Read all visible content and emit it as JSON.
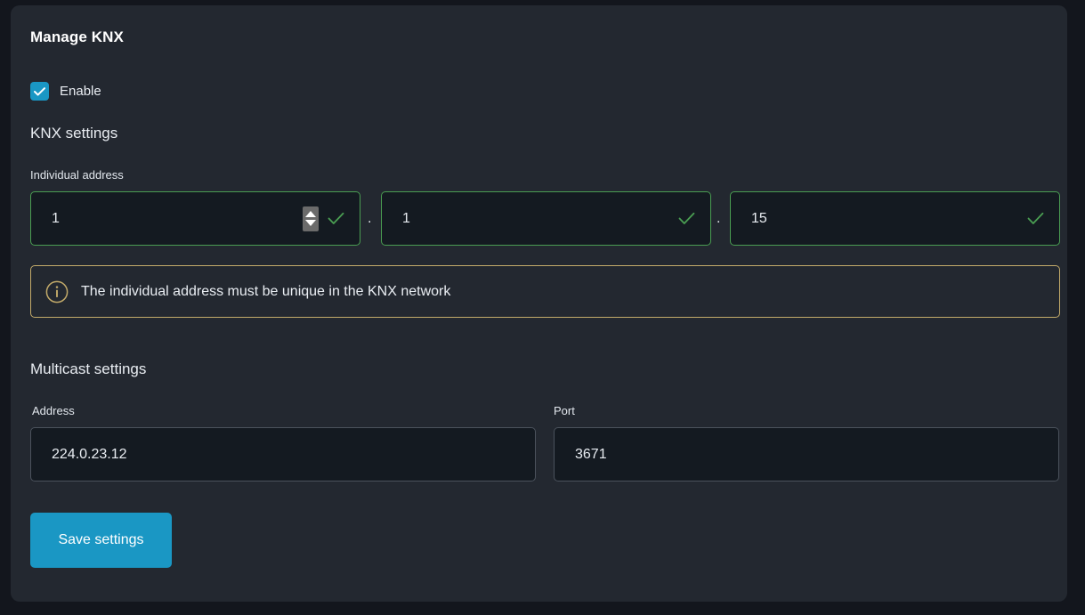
{
  "card": {
    "title": "Manage KNX"
  },
  "enable": {
    "label": "Enable",
    "checked": true,
    "icon": "check-icon"
  },
  "knx_settings": {
    "heading": "KNX settings",
    "individual_address": {
      "label": "Individual address",
      "area": "1",
      "line": "1",
      "device": "15",
      "separator": ".",
      "validation_icon": "check-icon",
      "spinner_icon": "spinner-up-down-icon"
    },
    "info": {
      "icon": "info-circle-icon",
      "text": "The individual address must be unique in the KNX network"
    }
  },
  "multicast_settings": {
    "heading": "Multicast settings",
    "address": {
      "label": "Address",
      "value": "224.0.23.12"
    },
    "port": {
      "label": "Port",
      "value": "3671"
    }
  },
  "actions": {
    "save_label": "Save settings"
  },
  "colors": {
    "page_background": "#13161d",
    "card_background": "#232830",
    "input_background": "#141a21",
    "accent": "#1a97c4",
    "valid_border": "#4a9e52",
    "info_border": "#c3ab6a",
    "text": "#e9edf2"
  }
}
